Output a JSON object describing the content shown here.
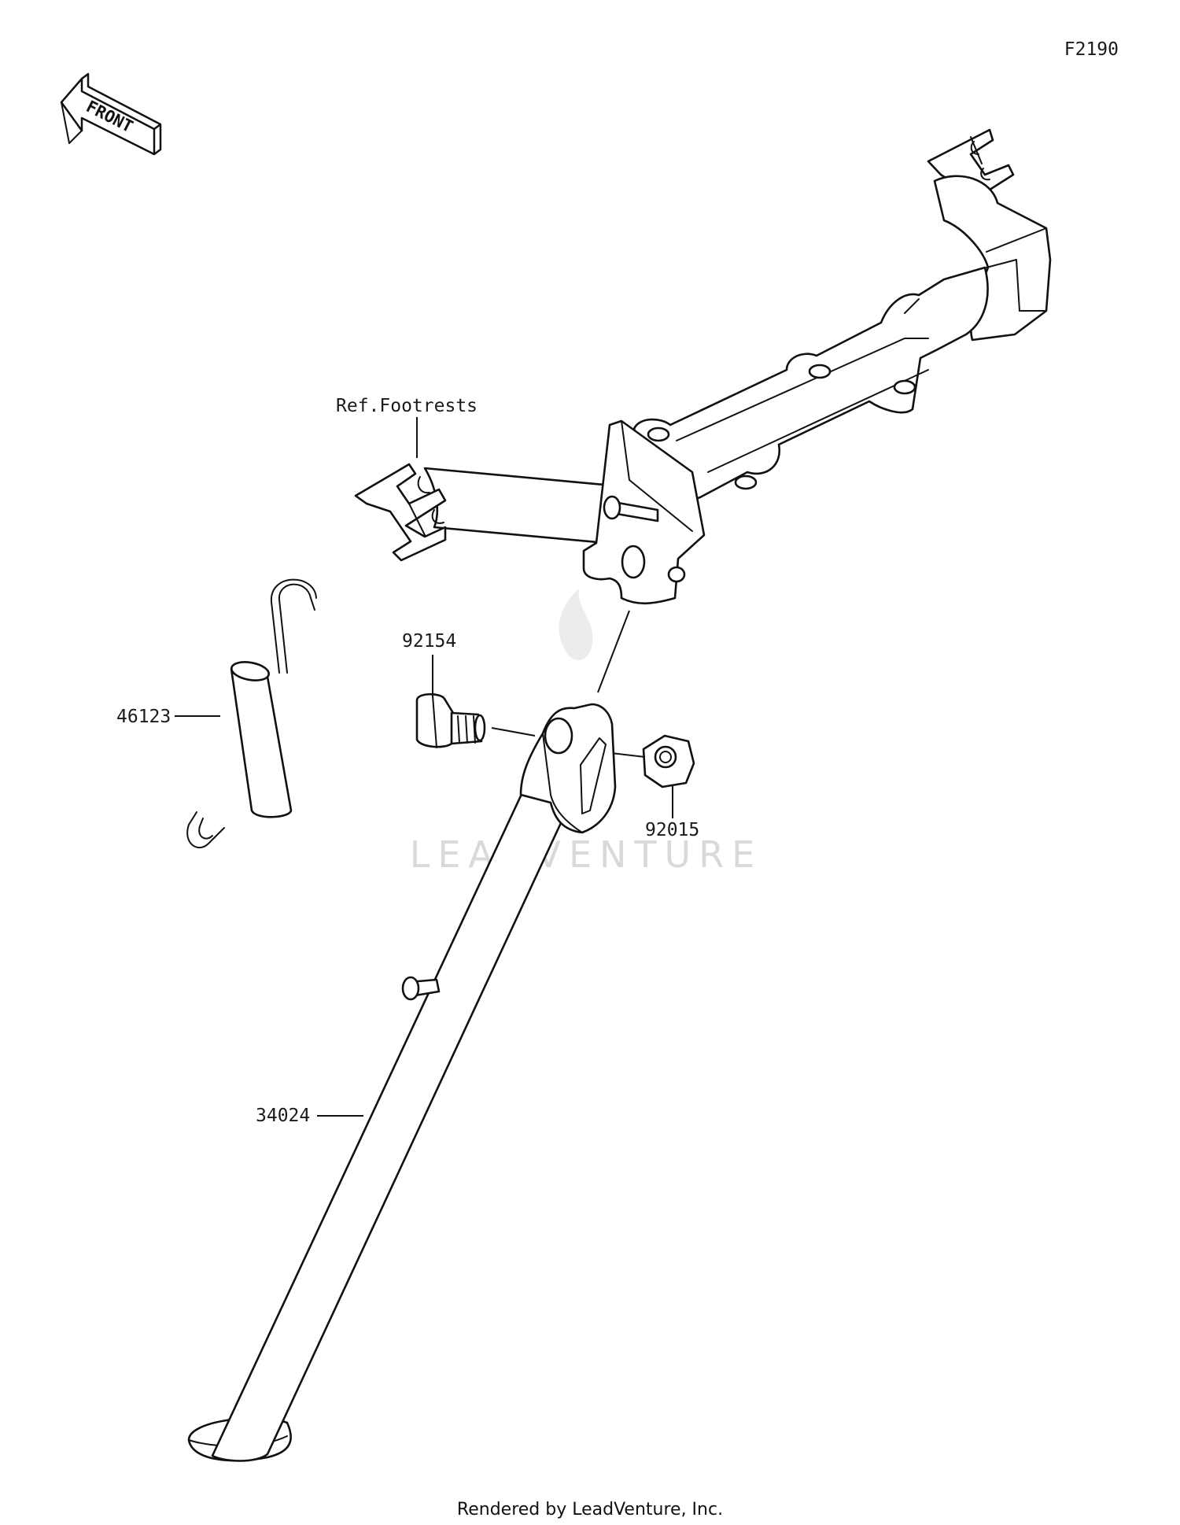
{
  "diagram": {
    "figure_code": "F2190",
    "front_label": "FRONT",
    "ref_label": "Ref.Footrests",
    "watermark": "LEADVENTURE",
    "footer": "Rendered by LeadVenture, Inc.",
    "parts": [
      {
        "number": "92154"
      },
      {
        "number": "46123"
      },
      {
        "number": "92015"
      },
      {
        "number": "34024"
      }
    ]
  }
}
